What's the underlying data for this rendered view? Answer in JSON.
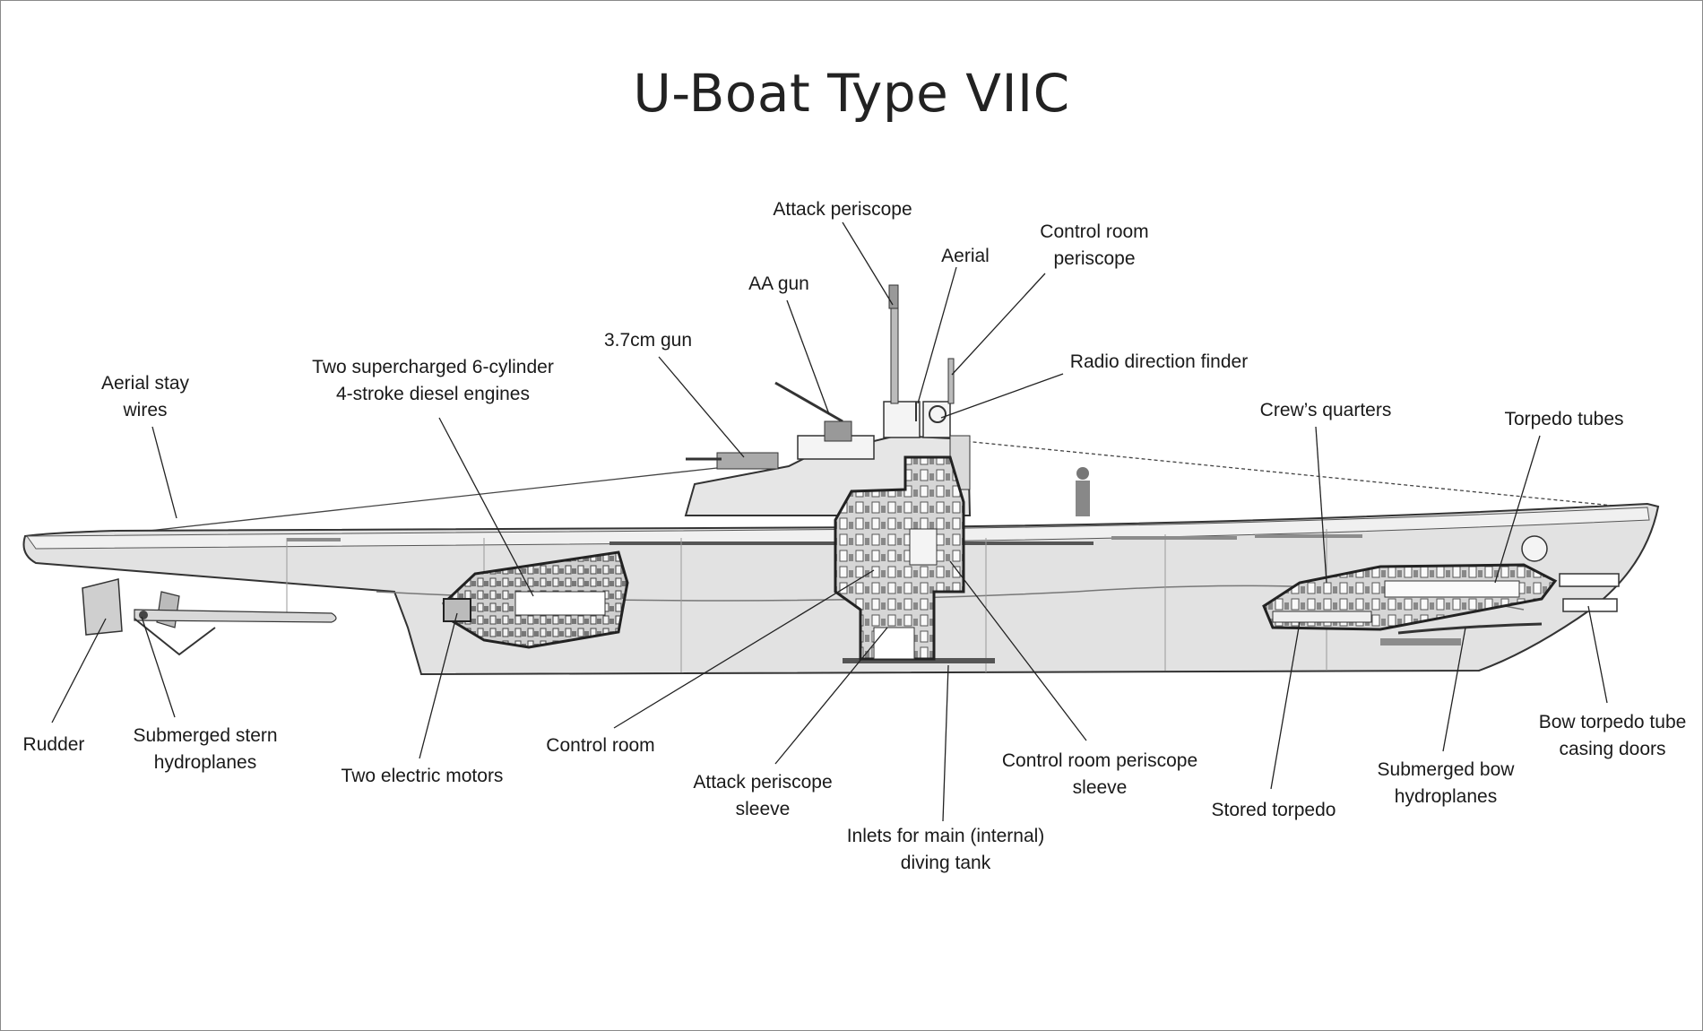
{
  "title": "U-Boat Type VIIC",
  "labels": {
    "aerial_stay_wires": [
      "Aerial stay",
      "wires"
    ],
    "diesel_engines": [
      "Two supercharged 6-cylinder",
      "4-stroke diesel engines"
    ],
    "gun_37": [
      "3.7cm gun"
    ],
    "aa_gun": [
      "AA gun"
    ],
    "attack_periscope": [
      "Attack periscope"
    ],
    "aerial": [
      "Aerial"
    ],
    "control_room_periscope": [
      "Control room",
      "periscope"
    ],
    "radio_direction_finder": [
      "Radio direction finder"
    ],
    "crews_quarters": [
      "Crew’s quarters"
    ],
    "torpedo_tubes": [
      "Torpedo tubes"
    ],
    "rudder": [
      "Rudder"
    ],
    "stern_hydroplanes": [
      "Submerged stern",
      "hydroplanes"
    ],
    "electric_motors": [
      "Two electric motors"
    ],
    "control_room": [
      "Control room"
    ],
    "attack_periscope_sleeve": [
      "Attack periscope",
      "sleeve"
    ],
    "inlets_diving_tank": [
      "Inlets for main (internal)",
      "diving tank"
    ],
    "control_room_periscope_sleeve": [
      "Control room periscope",
      "sleeve"
    ],
    "stored_torpedo": [
      "Stored torpedo"
    ],
    "bow_hydroplanes": [
      "Submerged bow",
      "hydroplanes"
    ],
    "bow_torpedo_doors": [
      "Bow torpedo tube",
      "casing doors"
    ]
  },
  "colors": {
    "hull_fill": "#e2e2e2",
    "hull_dark": "#8c8c8c",
    "cutaway": "#555555",
    "outline": "#333333",
    "leader": "#222222"
  }
}
